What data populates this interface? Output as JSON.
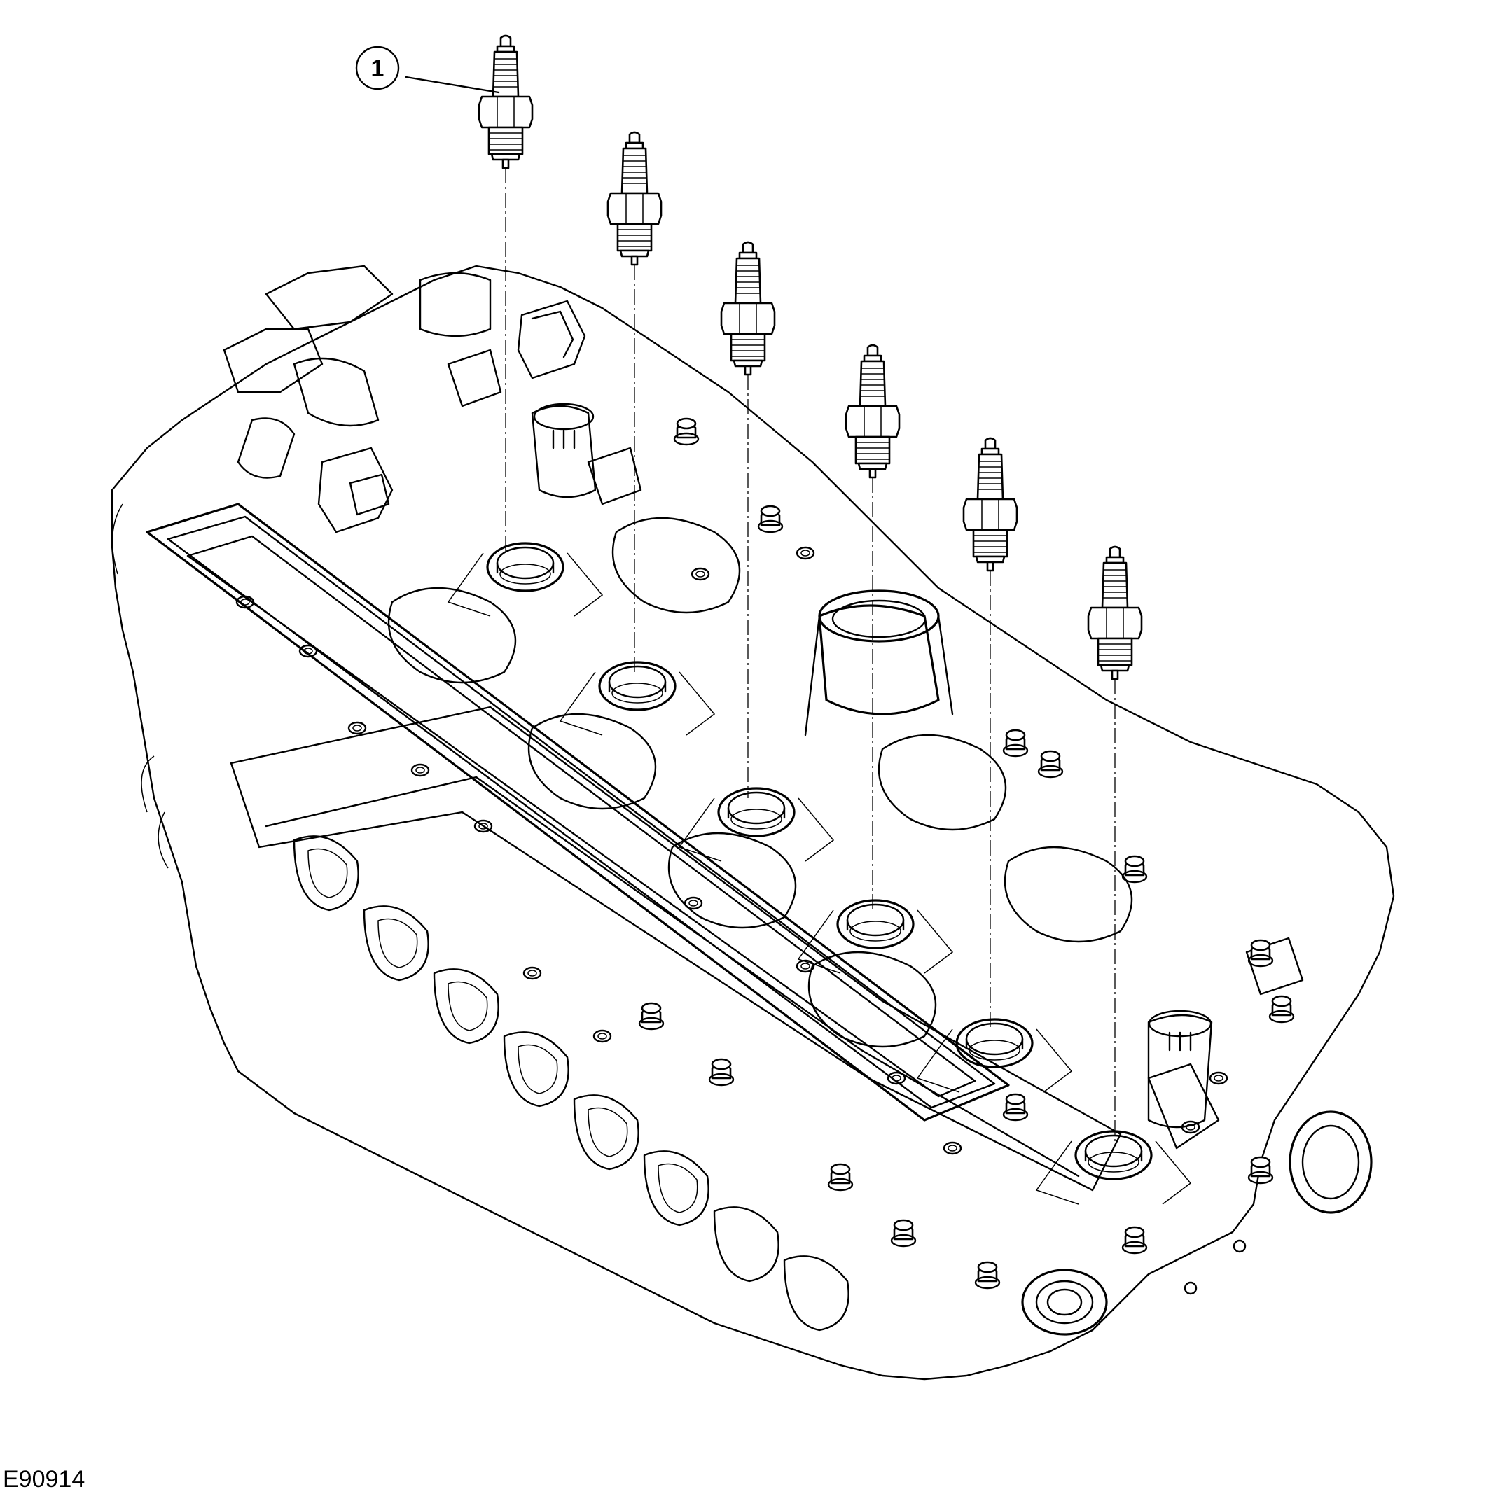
{
  "figure": {
    "id": "E90914"
  },
  "callouts": [
    {
      "number": "1",
      "target": "spark-plug"
    }
  ],
  "components": {
    "spark_plug_count": 6,
    "icon": "spark-plug-icon",
    "assembly": "cylinder-head-icon"
  },
  "colors": {
    "line": "#000000",
    "background": "#ffffff"
  }
}
